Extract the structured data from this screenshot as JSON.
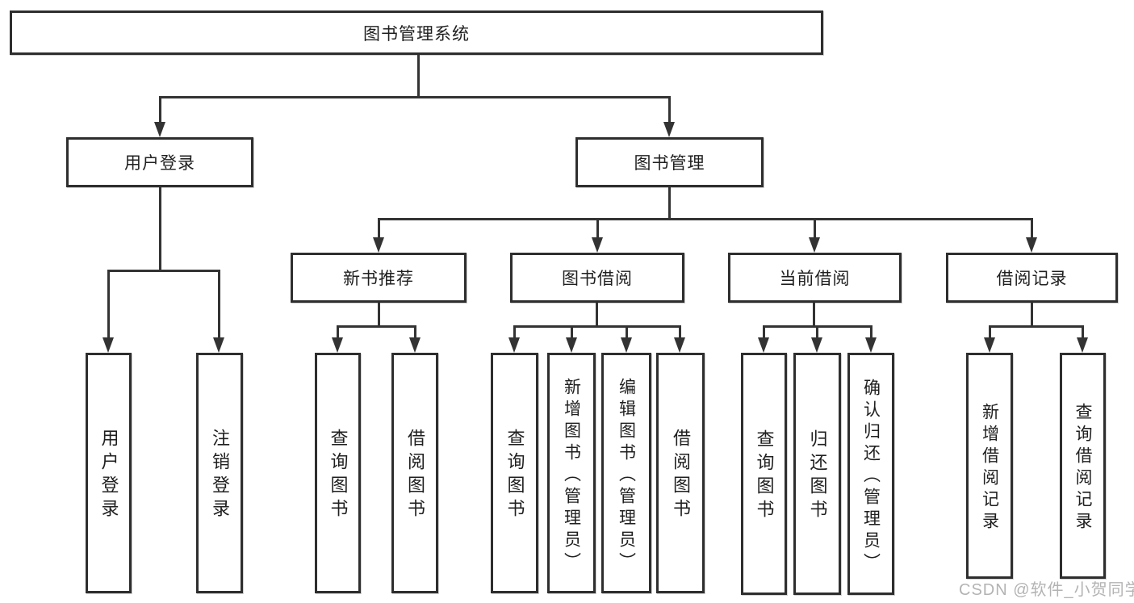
{
  "root": {
    "label": "图书管理系统"
  },
  "level2": {
    "user_login": {
      "label": "用户登录"
    },
    "book_mgmt": {
      "label": "图书管理"
    }
  },
  "user_login_children": [
    "用户登录",
    "注销登录"
  ],
  "groups": [
    {
      "label": "新书推荐",
      "children": [
        "查询图书",
        "借阅图书"
      ]
    },
    {
      "label": "图书借阅",
      "children": [
        "查询图书",
        "新增图书（管理员）",
        "编辑图书（管理员）",
        "借阅图书"
      ]
    },
    {
      "label": "当前借阅",
      "children": [
        "查询图书",
        "归还图书",
        "确认归还（管理员）"
      ]
    },
    {
      "label": "借阅记录",
      "children": [
        "新增借阅记录",
        "查询借阅记录"
      ]
    }
  ],
  "watermark": "CSDN @软件_小贺同学",
  "colors": {
    "line": "#333333",
    "box_border": "#2e2e2e",
    "text": "#1f1f1f",
    "watermark": "#b3b3b3",
    "background": "#ffffff"
  }
}
